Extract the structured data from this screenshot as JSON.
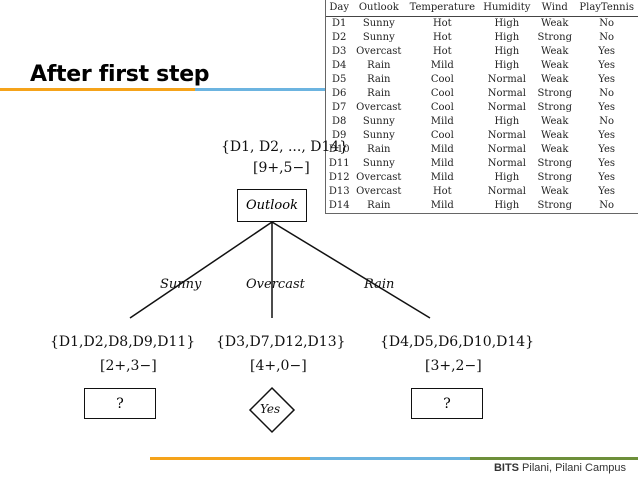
{
  "slide": {
    "title": "After first step",
    "footer_brand": "BITS",
    "footer_text": " Pilani, Pilani Campus"
  },
  "colors": {
    "orange": "#f5a31a",
    "blue": "#6cb4e0",
    "green": "#6d8f3a"
  },
  "table": {
    "headers": [
      "Day",
      "Outlook",
      "Temperature",
      "Humidity",
      "Wind",
      "PlayTennis"
    ],
    "rows": [
      [
        "D1",
        "Sunny",
        "Hot",
        "High",
        "Weak",
        "No"
      ],
      [
        "D2",
        "Sunny",
        "Hot",
        "High",
        "Strong",
        "No"
      ],
      [
        "D3",
        "Overcast",
        "Hot",
        "High",
        "Weak",
        "Yes"
      ],
      [
        "D4",
        "Rain",
        "Mild",
        "High",
        "Weak",
        "Yes"
      ],
      [
        "D5",
        "Rain",
        "Cool",
        "Normal",
        "Weak",
        "Yes"
      ],
      [
        "D6",
        "Rain",
        "Cool",
        "Normal",
        "Strong",
        "No"
      ],
      [
        "D7",
        "Overcast",
        "Cool",
        "Normal",
        "Strong",
        "Yes"
      ],
      [
        "D8",
        "Sunny",
        "Mild",
        "High",
        "Weak",
        "No"
      ],
      [
        "D9",
        "Sunny",
        "Cool",
        "Normal",
        "Weak",
        "Yes"
      ],
      [
        "D10",
        "Rain",
        "Mild",
        "Normal",
        "Weak",
        "Yes"
      ],
      [
        "D11",
        "Sunny",
        "Mild",
        "Normal",
        "Strong",
        "Yes"
      ],
      [
        "D12",
        "Overcast",
        "Mild",
        "High",
        "Strong",
        "Yes"
      ],
      [
        "D13",
        "Overcast",
        "Hot",
        "Normal",
        "Weak",
        "Yes"
      ],
      [
        "D14",
        "Rain",
        "Mild",
        "High",
        "Strong",
        "No"
      ]
    ]
  },
  "tree": {
    "root": {
      "set": "{D1, D2, ..., D14}",
      "counts": "[9+,5−]",
      "attribute": "Outlook"
    },
    "branches": [
      {
        "label": "Sunny",
        "set": "{D1,D2,D8,D9,D11}",
        "counts": "[2+,3−]",
        "node": "?"
      },
      {
        "label": "Overcast",
        "set": "{D3,D7,D12,D13}",
        "counts": "[4+,0−]",
        "node": "Yes"
      },
      {
        "label": "Rain",
        "set": "{D4,D5,D6,D10,D14}",
        "counts": "[3+,2−]",
        "node": "?"
      }
    ]
  }
}
